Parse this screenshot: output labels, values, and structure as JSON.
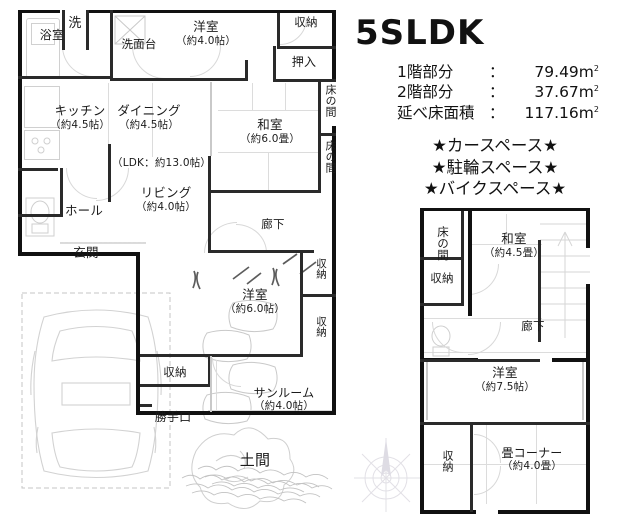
{
  "header": {
    "title": "5SLDK",
    "areas": [
      {
        "label": "1階部分",
        "sep": "：",
        "value": "79.49",
        "unit": "m",
        "sup": "2"
      },
      {
        "label": "2階部分",
        "sep": "：",
        "value": "37.67",
        "unit": "m",
        "sup": "2"
      },
      {
        "label": "延べ床面積",
        "sep": "：",
        "value": "117.16",
        "unit": "m",
        "sup": "2"
      }
    ],
    "features": [
      "★カースペース★",
      "★駐輪スペース★",
      "★バイクスペース★"
    ]
  },
  "floor1": {
    "rooms": {
      "bath": {
        "name": "浴室",
        "size": ""
      },
      "laundry": {
        "name": "洗",
        "size": ""
      },
      "washstand": {
        "name": "洗面台",
        "size": ""
      },
      "western1": {
        "name": "洋室",
        "size": "（約4.0帖）"
      },
      "storage_t": {
        "name": "収納",
        "size": ""
      },
      "oshiire": {
        "name": "押入",
        "size": ""
      },
      "kitchen": {
        "name": "キッチン",
        "size": "（約4.5帖）"
      },
      "dining": {
        "name": "ダイニング",
        "size": "（約4.5帖）"
      },
      "ldk_note": {
        "name": "（LDK：約13.0帖）",
        "size": ""
      },
      "japanese1": {
        "name": "和室",
        "size": "（約6.0畳）"
      },
      "tokonoma1": {
        "name": "床の間",
        "size": ""
      },
      "tokonoma2": {
        "name": "床の間",
        "size": ""
      },
      "living": {
        "name": "リビング",
        "size": "（約4.0帖）"
      },
      "hall": {
        "name": "ホール",
        "size": ""
      },
      "genkan": {
        "name": "玄関",
        "size": ""
      },
      "corridor1": {
        "name": "廊下",
        "size": ""
      },
      "western2": {
        "name": "洋室",
        "size": "（約6.0帖）"
      },
      "storage_m1": {
        "name": "収納",
        "size": ""
      },
      "storage_m2": {
        "name": "収納",
        "size": ""
      },
      "storage_b": {
        "name": "収納",
        "size": ""
      },
      "sunroom": {
        "name": "サンルーム",
        "size": "（約4.0帖）"
      },
      "backdoor": {
        "name": "勝手口",
        "size": ""
      },
      "doma": {
        "name": "土間",
        "size": ""
      }
    }
  },
  "floor2": {
    "rooms": {
      "tokonoma3": {
        "name": "床の間",
        "size": ""
      },
      "japanese2": {
        "name": "和室",
        "size": "（約4.5畳）"
      },
      "storage_2a": {
        "name": "収納",
        "size": ""
      },
      "corridor2": {
        "name": "廊下",
        "size": ""
      },
      "western3": {
        "name": "洋室",
        "size": "（約7.5帖）"
      },
      "tatami": {
        "name": "畳コーナー",
        "size": "（約4.0畳）"
      },
      "storage_2b": {
        "name": "収納",
        "size": ""
      }
    }
  },
  "exterior": {
    "car": "car-outline",
    "stepping_stones": "stepping-stones",
    "shrub": "shrub",
    "gravel": "gravel",
    "compass": "compass-rose"
  },
  "colors": {
    "wall": "#111111",
    "partition": "#c9c9c9",
    "text": "#1b1b1b",
    "background": "#ffffff"
  }
}
